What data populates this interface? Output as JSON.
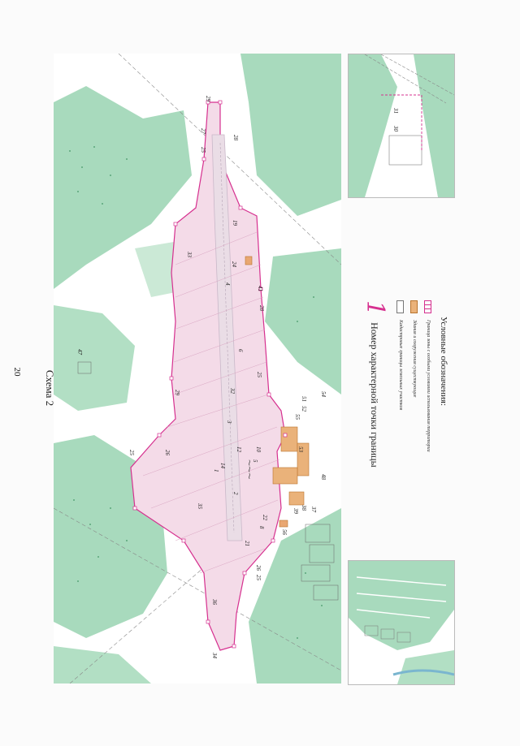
{
  "page": {
    "number": "20",
    "title": "Схема 2"
  },
  "colors": {
    "forest": "#9fd5b6",
    "forest_dark": "#7fc39a",
    "boundary": "#d6308f",
    "settlement": "#f2c7dd",
    "building": "#e9a772",
    "road": "#c9b8c9"
  },
  "legend": {
    "title": "Условные обозначения:",
    "items": [
      {
        "label": "Граница зоны с особыми условиями использования территории",
        "swatch": "pink"
      },
      {
        "label": "Здания и сооружения существующие",
        "swatch": "orange"
      },
      {
        "label": "Кадастровые границы земельных участков",
        "swatch": "white"
      }
    ],
    "marker_symbol": "1",
    "marker_label": "Номер характерной точки границы"
  },
  "map_labels": [
    {
      "id": "p29a",
      "text": "29"
    },
    {
      "id": "p27",
      "text": "27"
    },
    {
      "id": "p28a",
      "text": "28"
    },
    {
      "id": "p25a",
      "text": "25"
    },
    {
      "id": "p19",
      "text": "19"
    },
    {
      "id": "p33",
      "text": "33"
    },
    {
      "id": "p24",
      "text": "24"
    },
    {
      "id": "p4",
      "text": "4"
    },
    {
      "id": "p41",
      "text": "41"
    },
    {
      "id": "p28b",
      "text": "28"
    },
    {
      "id": "p6",
      "text": "6"
    },
    {
      "id": "p25b",
      "text": "25"
    },
    {
      "id": "p32",
      "text": "32"
    },
    {
      "id": "p3",
      "text": "3"
    },
    {
      "id": "p29b",
      "text": "29"
    },
    {
      "id": "p47",
      "text": "47"
    },
    {
      "id": "p26a",
      "text": "26"
    },
    {
      "id": "p25c",
      "text": "25"
    },
    {
      "id": "p1",
      "text": "1"
    },
    {
      "id": "p14",
      "text": "14"
    },
    {
      "id": "p12",
      "text": "12"
    },
    {
      "id": "p35",
      "text": "35"
    },
    {
      "id": "p2",
      "text": "2"
    },
    {
      "id": "p5",
      "text": "5"
    },
    {
      "id": "p10",
      "text": "10"
    },
    {
      "id": "p8",
      "text": "8"
    },
    {
      "id": "p21",
      "text": "21"
    },
    {
      "id": "p26b",
      "text": "26"
    },
    {
      "id": "p25d",
      "text": "25"
    },
    {
      "id": "p36",
      "text": "36"
    },
    {
      "id": "p34",
      "text": "34"
    },
    {
      "id": "p51",
      "text": "51"
    },
    {
      "id": "p52",
      "text": "52"
    },
    {
      "id": "p53",
      "text": "53"
    },
    {
      "id": "p54",
      "text": "54"
    },
    {
      "id": "p55",
      "text": "55"
    },
    {
      "id": "p37",
      "text": "37"
    },
    {
      "id": "p38",
      "text": "38"
    },
    {
      "id": "p39",
      "text": "39"
    },
    {
      "id": "p48",
      "text": "48"
    },
    {
      "id": "p56",
      "text": "56"
    },
    {
      "id": "p22",
      "text": "22"
    },
    {
      "id": "p30",
      "text": "30"
    },
    {
      "id": "p31",
      "text": "31"
    }
  ]
}
